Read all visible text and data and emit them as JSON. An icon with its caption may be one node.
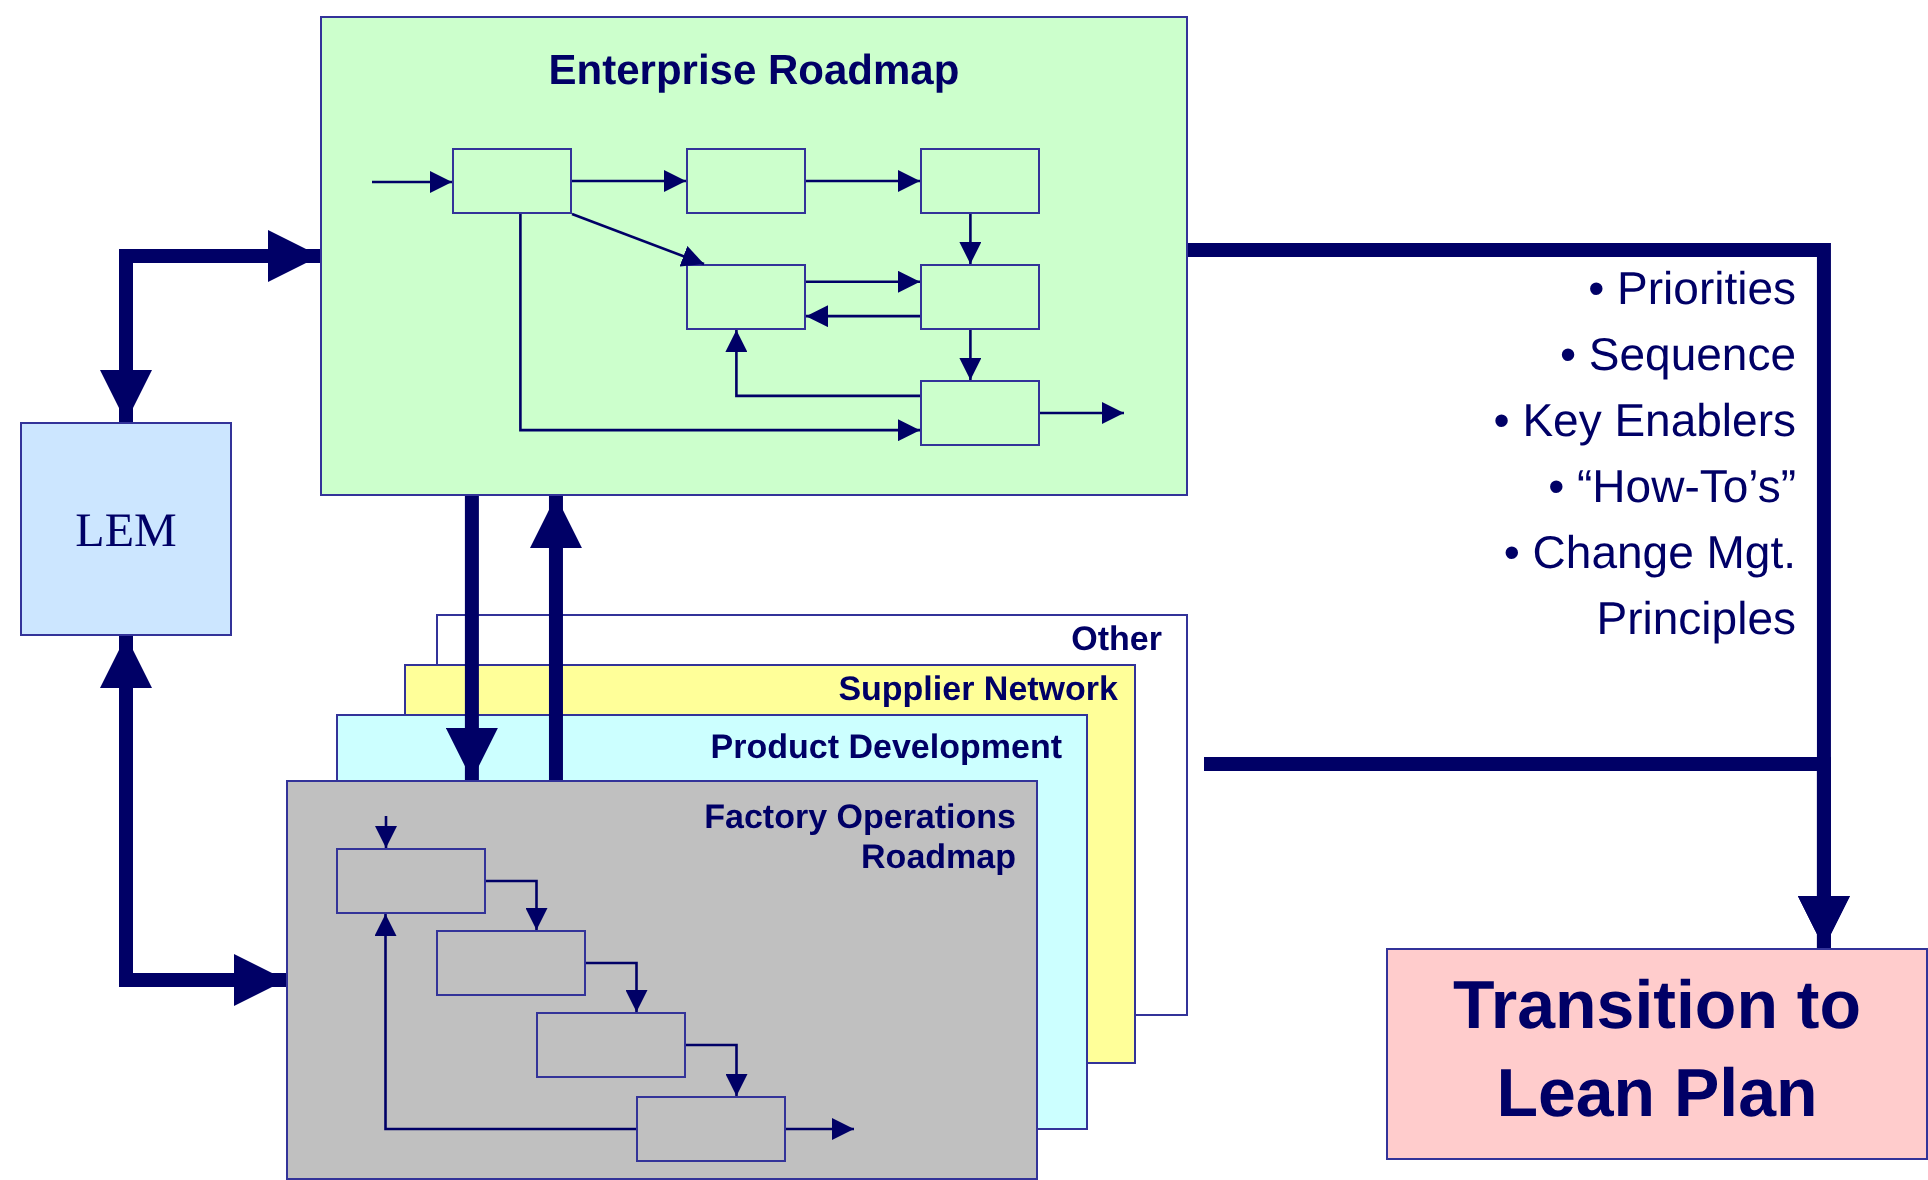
{
  "diagram": {
    "nodes": [
      {
        "text": [
          "Enterprise Roadmap"
        ]
      },
      {
        "text": [],
        "shape": "box",
        "in": 0
      },
      {
        "text": [],
        "shape": "box",
        "in": 0
      },
      {
        "text": [],
        "shape": "box",
        "in": 0
      },
      {
        "text": [],
        "shape": "box",
        "in": 0
      },
      {
        "text": [],
        "shape": "box",
        "in": 0
      },
      {
        "text": [],
        "shape": "box",
        "in": 0
      },
      {
        "text": [
          "LEM"
        ]
      },
      {
        "text": [
          "Other"
        ]
      },
      {
        "text": [
          "Supplier Network"
        ]
      },
      {
        "text": [
          "Product Development"
        ]
      },
      {
        "text": [
          "Factory Operations Roadmap"
        ]
      },
      {
        "text": [],
        "shape": "box",
        "in": 11
      },
      {
        "text": [],
        "shape": "box",
        "in": 11
      },
      {
        "text": [],
        "shape": "box",
        "in": 11
      },
      {
        "text": [],
        "shape": "box",
        "in": 11
      },
      {
        "text": [
          "Transition to Lean Plan"
        ]
      }
    ],
    "edges": [
      {
        "from": 7,
        "to": 0,
        "arrow": "both",
        "style": "thick"
      },
      {
        "from": 7,
        "to": 11,
        "arrow": "both",
        "style": "thick"
      },
      {
        "from": 0,
        "to": 11,
        "arrow": "to",
        "style": "thick"
      },
      {
        "from": 11,
        "to": 0,
        "arrow": "to",
        "style": "thick"
      },
      {
        "from": 0,
        "to": 16,
        "arrow": "to",
        "style": "thick"
      },
      {
        "from": null,
        "to": 16,
        "arrow": "to",
        "style": "thick"
      },
      {
        "from": null,
        "to": 1,
        "arrow": "to"
      },
      {
        "from": 1,
        "to": 2,
        "arrow": "to"
      },
      {
        "from": 2,
        "to": 3,
        "arrow": "to"
      },
      {
        "from": 1,
        "to": 4,
        "arrow": "to"
      },
      {
        "from": 3,
        "to": 5,
        "arrow": "to"
      },
      {
        "from": 4,
        "to": 5,
        "arrow": "to"
      },
      {
        "from": 5,
        "to": 4,
        "arrow": "to"
      },
      {
        "from": 5,
        "to": 6,
        "arrow": "to"
      },
      {
        "from": 6,
        "to": 4,
        "arrow": "to"
      },
      {
        "from": 1,
        "to": 6,
        "arrow": "to"
      },
      {
        "from": 6,
        "to": null,
        "arrow": "to"
      },
      {
        "from": null,
        "to": 12,
        "arrow": "to"
      },
      {
        "from": 12,
        "to": 13,
        "arrow": "to"
      },
      {
        "from": 13,
        "to": 14,
        "arrow": "to"
      },
      {
        "from": 14,
        "to": 15,
        "arrow": "to"
      },
      {
        "from": 15,
        "to": 12,
        "arrow": "to"
      },
      {
        "from": 15,
        "to": null,
        "arrow": "to"
      }
    ],
    "labels": [
      "• Priorities",
      "• Sequence",
      "• Key Enablers",
      "• “How-To’s”",
      "• Change Mgt. Principles"
    ]
  }
}
